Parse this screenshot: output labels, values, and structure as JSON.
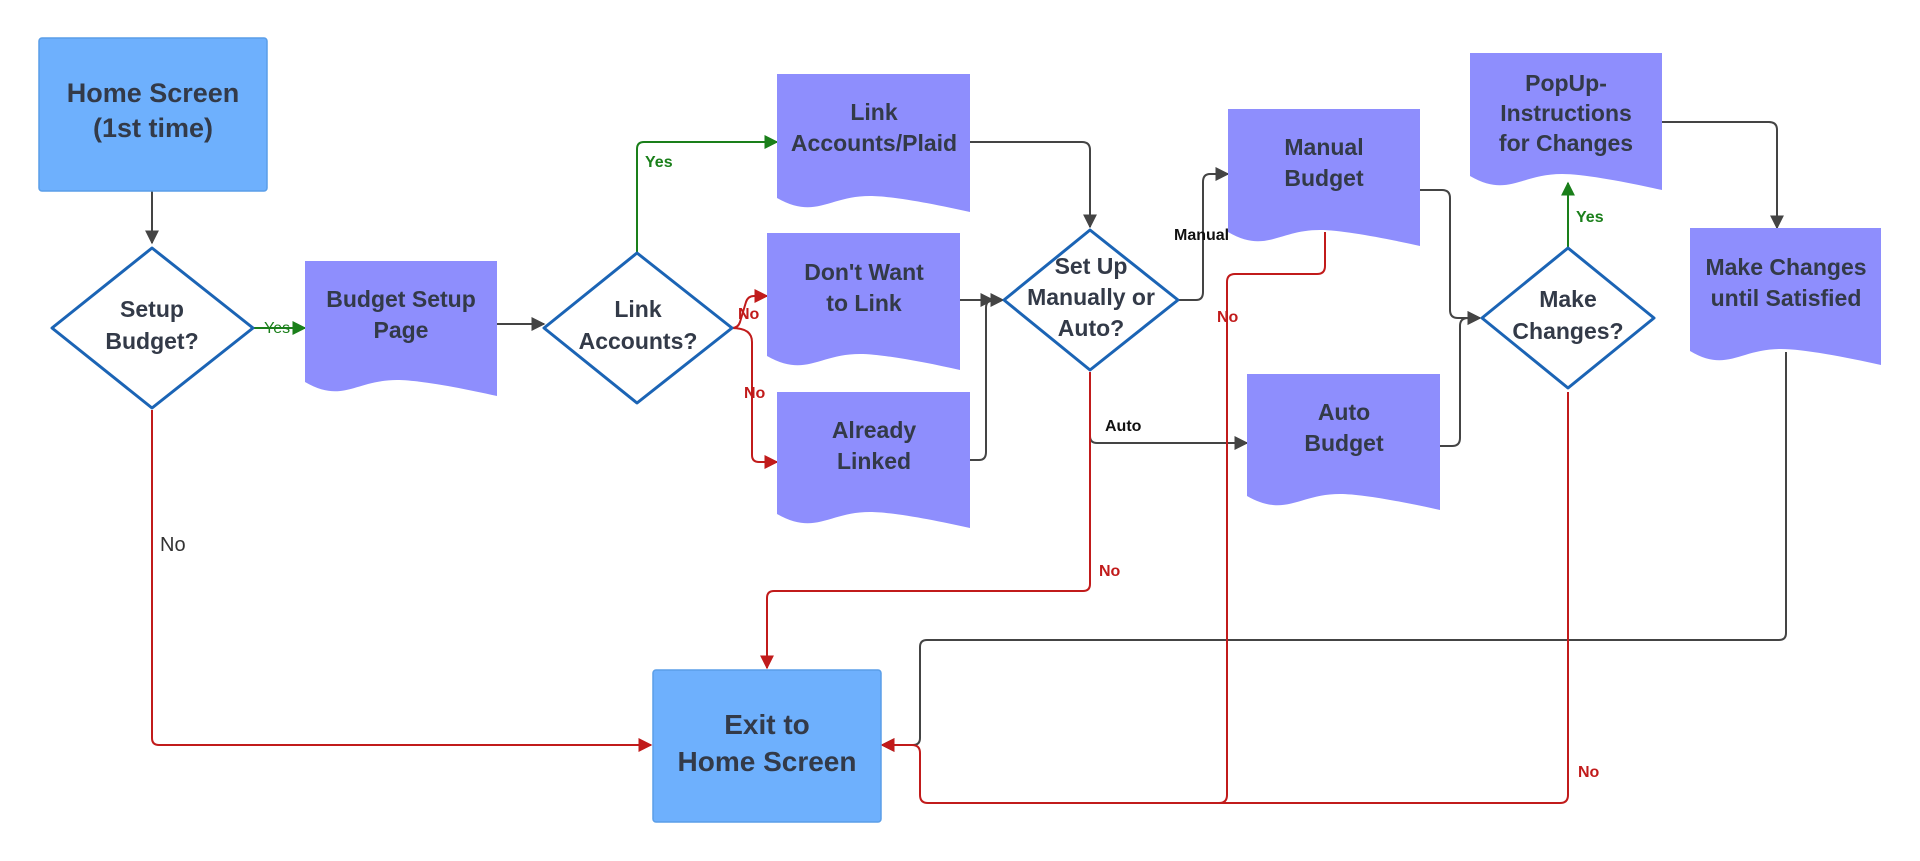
{
  "colors": {
    "terminal_fill": "#6eb0fd",
    "terminal_stroke": "#5a9ee8",
    "document_fill": "#8e8efd",
    "decision_fill": "#ffffff",
    "decision_stroke": "#1b64b5",
    "text": "#333a48",
    "line_default": "#444444",
    "line_yes": "#1a7f1a",
    "line_no": "#c11b1b"
  },
  "nodes": {
    "home_screen": [
      "Home Screen",
      "(1st time)"
    ],
    "setup_budget": [
      "Setup",
      "Budget?"
    ],
    "budget_setup_page": [
      "Budget Setup",
      "Page"
    ],
    "link_accounts_q": [
      "Link",
      "Accounts?"
    ],
    "link_accounts_plaid": [
      "Link",
      "Accounts/Plaid"
    ],
    "dont_want_to_link": [
      "Don't Want",
      "to Link"
    ],
    "already_linked": [
      "Already",
      "Linked"
    ],
    "setup_manual_auto": [
      "Set Up",
      "Manually or",
      "Auto?"
    ],
    "manual_budget": [
      "Manual",
      "Budget"
    ],
    "auto_budget": [
      "Auto",
      "Budget"
    ],
    "popup_instructions": [
      "PopUp-",
      "Instructions",
      "for Changes"
    ],
    "make_changes_q": [
      "Make",
      "Changes?"
    ],
    "make_changes_until": [
      "Make Changes",
      "until Satisfied"
    ],
    "exit_home": [
      "Exit to",
      "Home Screen"
    ]
  },
  "edge_labels": {
    "yes_setup": "Yes",
    "no_setup": "No",
    "yes_link": "Yes",
    "no_dont_want": "No",
    "no_already": "No",
    "manual": "Manual",
    "auto": "Auto",
    "no_setup_manual_auto": "No",
    "no_manual_budget": "No",
    "yes_make_changes": "Yes",
    "no_make_changes": "No"
  }
}
